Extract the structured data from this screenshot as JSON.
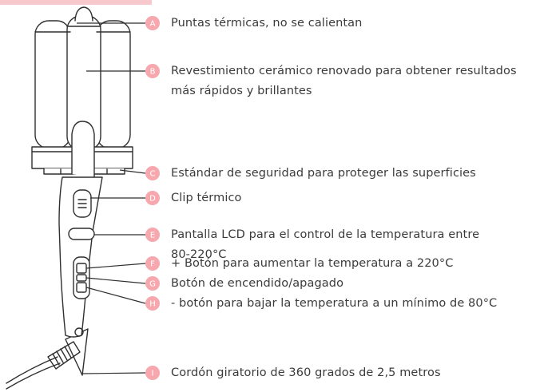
{
  "colors": {
    "accent_pink": "#f7a8ae",
    "accent_pink_light": "#fbd2d5",
    "marker_text": "#ffffff",
    "line": "#2f2f2f",
    "text": "#3b3b3b"
  },
  "callouts": [
    {
      "id": "A",
      "marker": "A",
      "lines": [
        "Puntas térmicas, no se calientan"
      ]
    },
    {
      "id": "B",
      "marker": "B",
      "lines": [
        "Revestimiento cerámico renovado para obtener resultados",
        "más rápidos y brillantes"
      ]
    },
    {
      "id": "C",
      "marker": "C",
      "lines": [
        "Estándar de seguridad para proteger las superficies"
      ]
    },
    {
      "id": "D",
      "marker": "D",
      "lines": [
        "Clip térmico"
      ]
    },
    {
      "id": "E",
      "marker": "E",
      "lines": [
        "Pantalla LCD para el control de la temperatura entre",
        "80-220°C"
      ]
    },
    {
      "id": "F",
      "marker": "F",
      "lines": [
        "+ Botón para aumentar la temperatura a 220°C"
      ]
    },
    {
      "id": "G",
      "marker": "G",
      "lines": [
        "Botón de encendido/apagado"
      ]
    },
    {
      "id": "H",
      "marker": "H",
      "lines": [
        "- botón para bajar la temperatura a un mínimo de 80°C"
      ]
    },
    {
      "id": "I",
      "marker": "I",
      "lines": [
        "Cordón giratorio de 360 grados de 2,5 metros"
      ]
    }
  ]
}
